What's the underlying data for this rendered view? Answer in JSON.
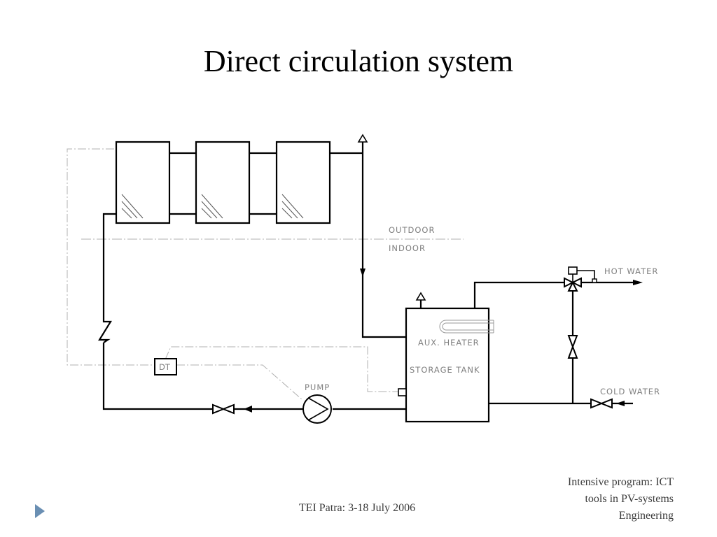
{
  "slide": {
    "title": "Direct circulation system",
    "footer_center": "TEI Patra: 3-18 July 2006",
    "footer_right_lines": [
      "Intensive program: ICT",
      "tools in PV-systems",
      "Engineering"
    ]
  },
  "diagram": {
    "labels": {
      "outdoor": "OUTDOOR",
      "indoor": "INDOOR",
      "hot_water": "HOT WATER",
      "cold_water": "COLD WATER",
      "aux_heater": "AUX. HEATER",
      "storage_tank": "STORAGE TANK",
      "pump": "PUMP",
      "dt": "DT"
    },
    "components": [
      "solar-collector",
      "solar-collector",
      "solar-collector",
      "storage-tank",
      "aux-heater",
      "pump",
      "differential-thermostat",
      "check-valve",
      "gate-valve",
      "mixing-valve",
      "air-vent"
    ],
    "colors": {
      "line": "#000000",
      "label": "#808080",
      "control": "#b0b0b0",
      "nav_arrow": "#6a8fb3"
    }
  }
}
